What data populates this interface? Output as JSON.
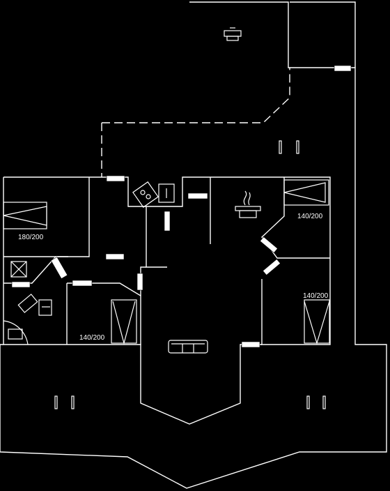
{
  "diagram": {
    "colors": {
      "background": "#000000",
      "line": "#ffffff"
    },
    "room_labels": {
      "bed_left": "180/200",
      "bed_right_top": "140/200",
      "bed_right_bottom": "140/200",
      "bed_bottom_middle": "140/200"
    },
    "icons": [
      "bed-icon",
      "stove-icon",
      "sink-icon",
      "sofa-icon",
      "fireplace-icon",
      "toilet-icon",
      "shower-icon",
      "grill-icon"
    ]
  }
}
